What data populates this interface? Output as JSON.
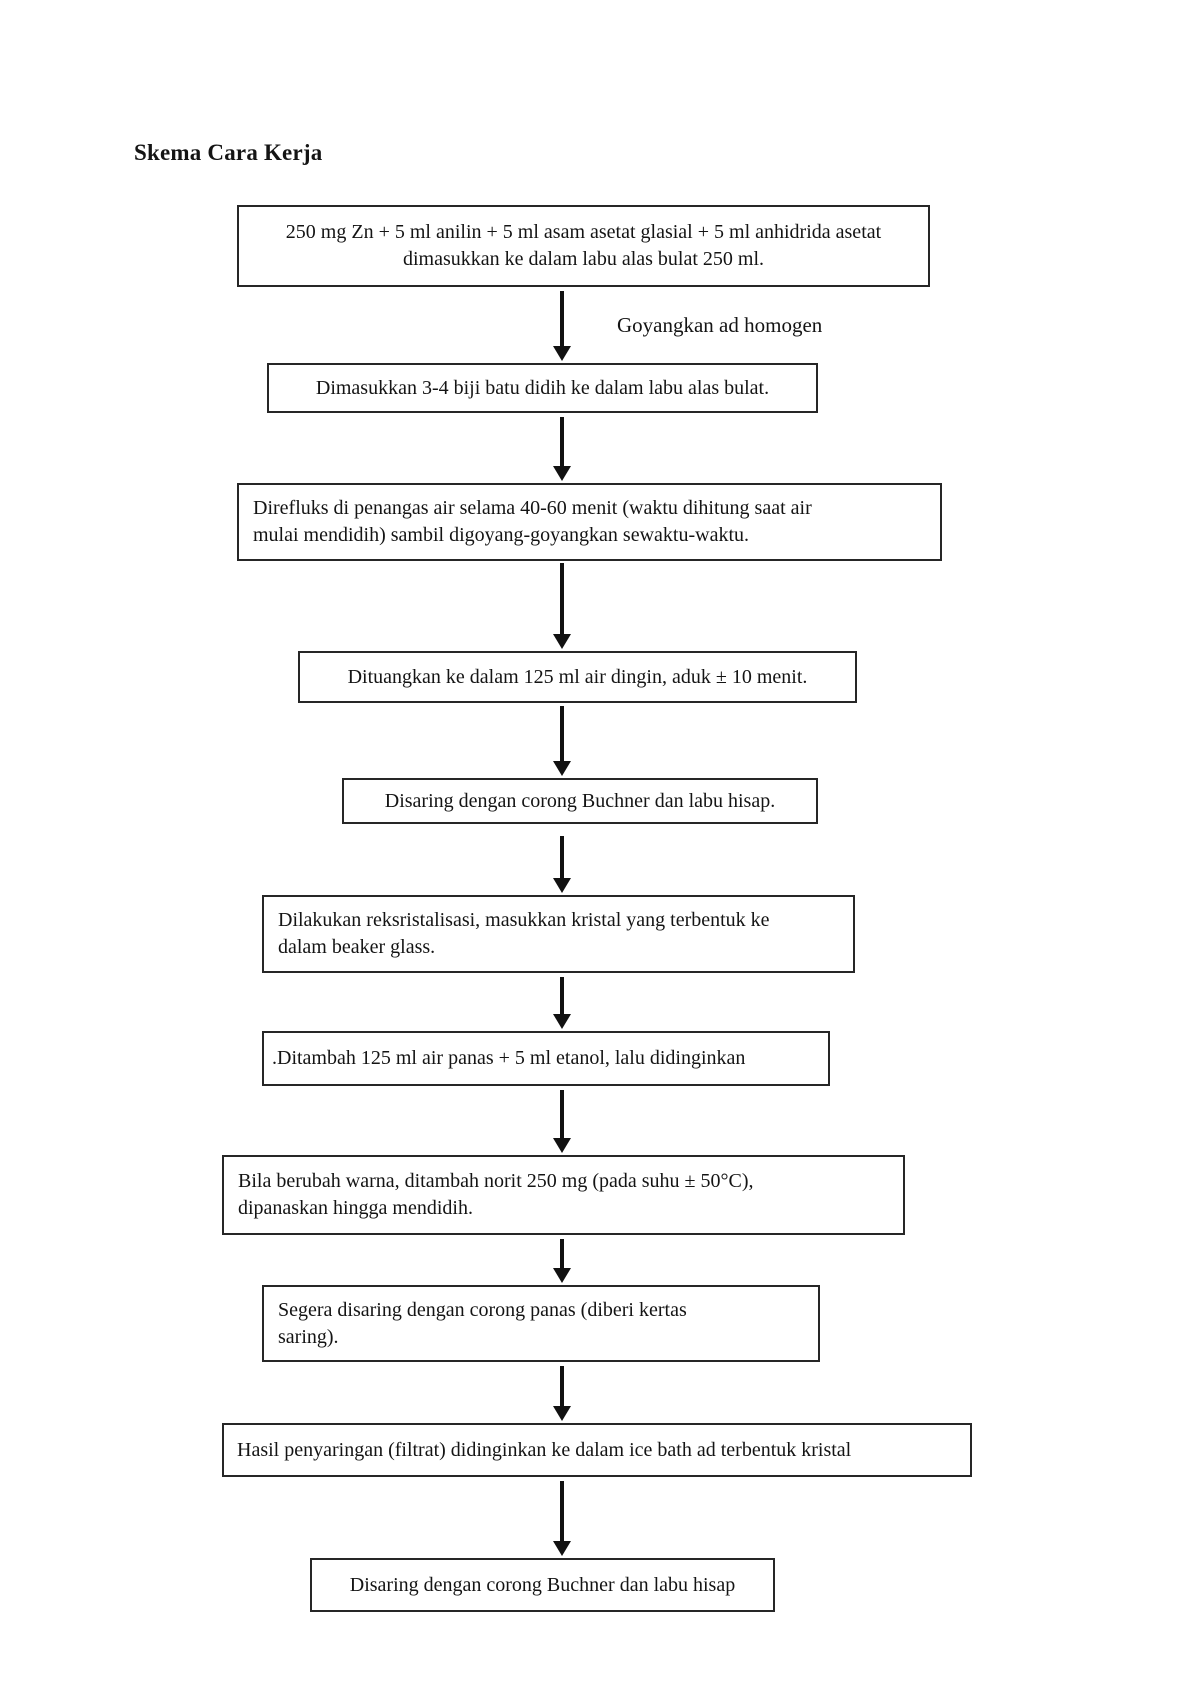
{
  "page": {
    "title": "Skema Cara Kerja",
    "background_color": "#ffffff",
    "ink_color": "#141414",
    "border_color": "#262626"
  },
  "flow": {
    "arrow_label": "Goyangkan ad homogen",
    "steps": [
      {
        "lines": [
          "250 mg Zn + 5 ml anilin + 5 ml asam asetat glasial + 5 ml anhidrida asetat",
          "dimasukkan ke dalam labu alas bulat 250 ml."
        ]
      },
      {
        "lines": [
          "Dimasukkan 3-4 biji batu didih ke dalam labu alas bulat."
        ]
      },
      {
        "lines": [
          "Direfluks di penangas air selama 40-60 menit (waktu dihitung saat air",
          "mulai mendidih) sambil digoyang-goyangkan sewaktu-waktu."
        ]
      },
      {
        "lines": [
          "Dituangkan ke dalam 125 ml air dingin, aduk ± 10 menit."
        ]
      },
      {
        "lines": [
          "Disaring dengan corong Buchner dan labu hisap."
        ]
      },
      {
        "lines": [
          "Dilakukan reksristalisasi, masukkan kristal yang terbentuk ke",
          "dalam beaker glass."
        ]
      },
      {
        "lines": [
          ".Ditambah 125 ml air panas + 5 ml etanol, lalu didinginkan"
        ]
      },
      {
        "lines": [
          "Bila berubah warna, ditambah norit 250 mg (pada suhu ± 50°C),",
          "dipanaskan hingga mendidih."
        ]
      },
      {
        "lines": [
          "Segera disaring dengan corong panas (diberi kertas",
          "saring)."
        ]
      },
      {
        "lines": [
          "Hasil penyaringan (filtrat) didinginkan ke dalam ice bath ad terbentuk kristal"
        ]
      },
      {
        "lines": [
          "Disaring dengan corong Buchner dan labu hisap"
        ]
      }
    ]
  }
}
